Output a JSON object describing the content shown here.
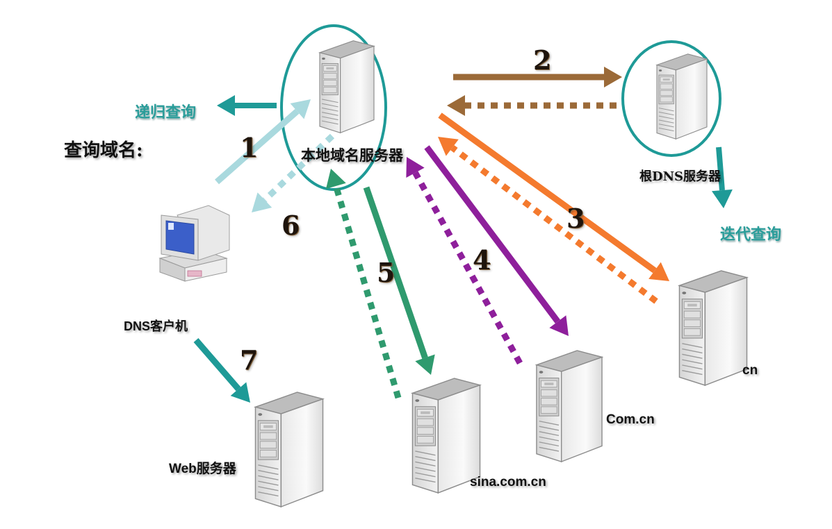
{
  "diagram": {
    "title": "DNS域名解析过程",
    "labels": {
      "recursive_query": "递归查询",
      "iterative_query": "迭代查询",
      "query_domain": "查询域名:",
      "local_dns": "本地域名服务器",
      "root_dns": "根DNS服务器",
      "dns_client": "DNS客户机",
      "web_server": "Web服务器",
      "sina": "sina.com.cn",
      "comcn": "Com.cn",
      "cn": "cn"
    },
    "steps": [
      "1",
      "2",
      "3",
      "4",
      "5",
      "6",
      "7"
    ],
    "nodes": [
      {
        "id": "local-dns",
        "label": "本地域名服务器",
        "type": "server",
        "highlighted": true
      },
      {
        "id": "root-dns",
        "label": "根DNS服务器",
        "type": "server",
        "highlighted": true
      },
      {
        "id": "dns-client",
        "label": "DNS客户机",
        "type": "computer"
      },
      {
        "id": "cn",
        "label": "cn",
        "type": "server"
      },
      {
        "id": "com-cn",
        "label": "Com.cn",
        "type": "server"
      },
      {
        "id": "sina",
        "label": "sina.com.cn",
        "type": "server"
      },
      {
        "id": "web",
        "label": "Web服务器",
        "type": "server"
      }
    ],
    "edges": [
      {
        "step": "1",
        "from": "dns-client",
        "to": "local-dns",
        "style": "solid",
        "color": "#a9d9de"
      },
      {
        "step": "2",
        "from": "local-dns",
        "to": "root-dns",
        "style": "solid",
        "color": "#9b6a38"
      },
      {
        "step": "2",
        "from": "root-dns",
        "to": "local-dns",
        "style": "dotted",
        "color": "#9b6a38"
      },
      {
        "step": "3",
        "from": "local-dns",
        "to": "cn",
        "style": "solid",
        "color": "#f47a2e"
      },
      {
        "step": "3",
        "from": "cn",
        "to": "local-dns",
        "style": "dotted",
        "color": "#f47a2e"
      },
      {
        "step": "4",
        "from": "local-dns",
        "to": "com-cn",
        "style": "solid",
        "color": "#8e1f9b"
      },
      {
        "step": "4",
        "from": "com-cn",
        "to": "local-dns",
        "style": "dotted",
        "color": "#8e1f9b"
      },
      {
        "step": "5",
        "from": "local-dns",
        "to": "sina",
        "style": "solid",
        "color": "#2f9a6e"
      },
      {
        "step": "5",
        "from": "sina",
        "to": "local-dns",
        "style": "dotted",
        "color": "#2f9a6e"
      },
      {
        "step": "6",
        "from": "local-dns",
        "to": "dns-client",
        "style": "dotted",
        "color": "#a9d9de"
      },
      {
        "step": "7",
        "from": "dns-client",
        "to": "web",
        "style": "solid",
        "color": "#1e9a97"
      }
    ],
    "colors": {
      "highlight_ring": "#1e9a97",
      "teal_text": "#2a9d9a",
      "monitor_screen": "#3b5fc9"
    }
  }
}
